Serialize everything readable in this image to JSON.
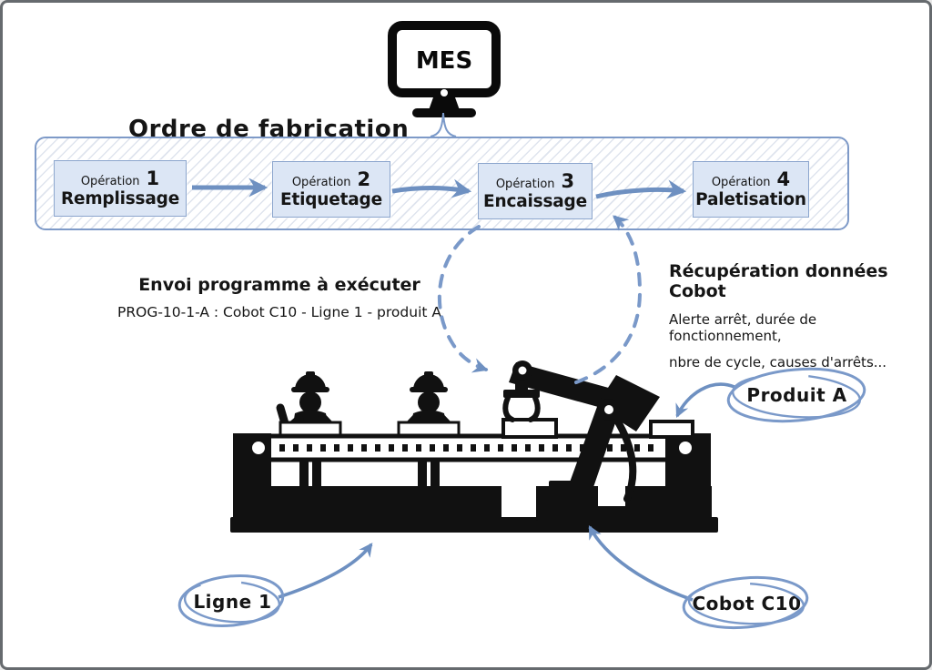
{
  "mes": {
    "label": "MES"
  },
  "order_box": {
    "title": "Ordre de fabrication",
    "operations": [
      {
        "prefix": "Opération",
        "number": "1",
        "name": "Remplissage"
      },
      {
        "prefix": "Opération",
        "number": "2",
        "name": "Etiquetage"
      },
      {
        "prefix": "Opération",
        "number": "3",
        "name": "Encaissage"
      },
      {
        "prefix": "Opération",
        "number": "4",
        "name": "Paletisation"
      }
    ]
  },
  "annotations": {
    "send_program": {
      "title": "Envoi programme à exécuter",
      "detail": "PROG-10-1-A : Cobot C10 - Ligne 1 - produit A"
    },
    "data_collection": {
      "title": "Récupération données Cobot",
      "line1": "Alerte arrêt, durée de fonctionnement,",
      "line2": "nbre de cycle, causes d'arrêts..."
    }
  },
  "labels": {
    "product": "Produit A",
    "line": "Ligne 1",
    "cobot": "Cobot C10"
  },
  "icons": {
    "mes_monitor": "computer-monitor",
    "production_line": "conveyor-with-workers-and-robot-arm"
  },
  "colors": {
    "accent_blue": "#6e90c1",
    "sketch_blue": "#7a99c9",
    "operation_box_fill": "#dce6f5",
    "operation_box_border": "#8ba5cd",
    "illustration_black": "#111111",
    "frame_border": "#666a6e"
  }
}
